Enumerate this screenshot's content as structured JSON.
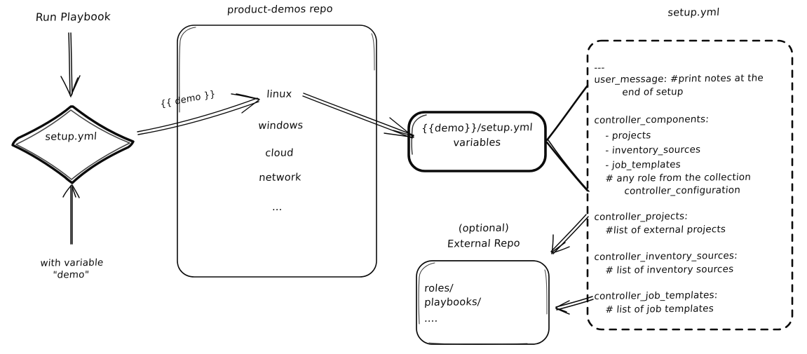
{
  "diagram": {
    "title": "Ansible product-demos setup.yml flow",
    "style": "hand-drawn sketch",
    "stroke_color": "#0b0b0b",
    "background_color": "#ffffff"
  },
  "labels": {
    "run_playbook": "Run Playbook",
    "with_variable": "with variable\n\"demo\"",
    "demo_var_edge": "{{ demo }}",
    "repo_title": "product-demos repo",
    "external_repo_title": "(optional)\nExternal Repo",
    "setup_yml_panel_title": "setup.yml"
  },
  "nodes": {
    "entry_diamond": {
      "label": "setup.yml",
      "shape": "diamond"
    },
    "repo_box": {
      "title": "product-demos repo",
      "shape": "rounded-rect",
      "items": [
        "linux",
        "windows",
        "cloud",
        "network",
        "..."
      ]
    },
    "variables_box": {
      "shape": "rounded-rect-bold",
      "line1": "{{demo}}/setup.yml",
      "line2": "variables"
    },
    "external_repo_box": {
      "shape": "rounded-rect",
      "title_line1": "(optional)",
      "title_line2": "External Repo",
      "items": [
        "roles/",
        "playbooks/",
        "...."
      ]
    },
    "setup_yml_panel": {
      "title": "setup.yml",
      "shape": "dashed-rounded-rect",
      "lines": [
        "---",
        "user_message: #print notes at the",
        "      end of setup",
        "",
        "controller_components:",
        "  - projects",
        "  - inventory_sources",
        "  - job_templates",
        "  # any role from the collection",
        "       controller_configuration",
        "",
        "controller_projects:",
        "  #list of external projects",
        "",
        "controller_inventory_sources:",
        "  # list of inventory sources",
        "",
        "controller_job_templates:",
        "  # list of job templates"
      ],
      "blocks": {
        "header": [
          "---",
          "user_message: #print notes at the",
          "end of setup"
        ],
        "components": [
          "controller_components:",
          "- projects",
          "- inventory_sources",
          "- job_templates",
          "# any role from the collection",
          "controller_configuration"
        ],
        "projects": [
          "controller_projects:",
          "#list of external projects"
        ],
        "inventory": [
          "controller_inventory_sources:",
          "# list of inventory sources"
        ],
        "job_templates": [
          "controller_job_templates:",
          "# list of job templates"
        ]
      }
    }
  },
  "edges": [
    {
      "name": "run-playbook-to-setup",
      "from": "Run Playbook",
      "to": "setup.yml",
      "label": "",
      "arrow": "down"
    },
    {
      "name": "with-variable-to-setup",
      "from": "with variable \"demo\"",
      "to": "setup.yml",
      "label": "",
      "arrow": "up"
    },
    {
      "name": "setup-to-linux",
      "from": "setup.yml",
      "to": "linux",
      "label": "{{ demo }}",
      "arrow": "right-up"
    },
    {
      "name": "linux-to-variables",
      "from": "linux",
      "to": "{{demo}}/setup.yml variables",
      "label": "",
      "arrow": "right-down"
    },
    {
      "name": "variables-to-panel-top",
      "from": "{{demo}}/setup.yml variables",
      "to": "setup.yml panel",
      "label": "",
      "arrow": "none"
    },
    {
      "name": "variables-to-panel-bottom",
      "from": "{{demo}}/setup.yml variables",
      "to": "setup.yml panel",
      "label": "",
      "arrow": "none"
    },
    {
      "name": "projects-to-external-repo",
      "from": "controller_projects:",
      "to": "External Repo",
      "label": "",
      "arrow": "left-down"
    },
    {
      "name": "job-templates-to-external-repo",
      "from": "controller_job_templates:",
      "to": "External Repo",
      "label": "",
      "arrow": "left"
    }
  ]
}
